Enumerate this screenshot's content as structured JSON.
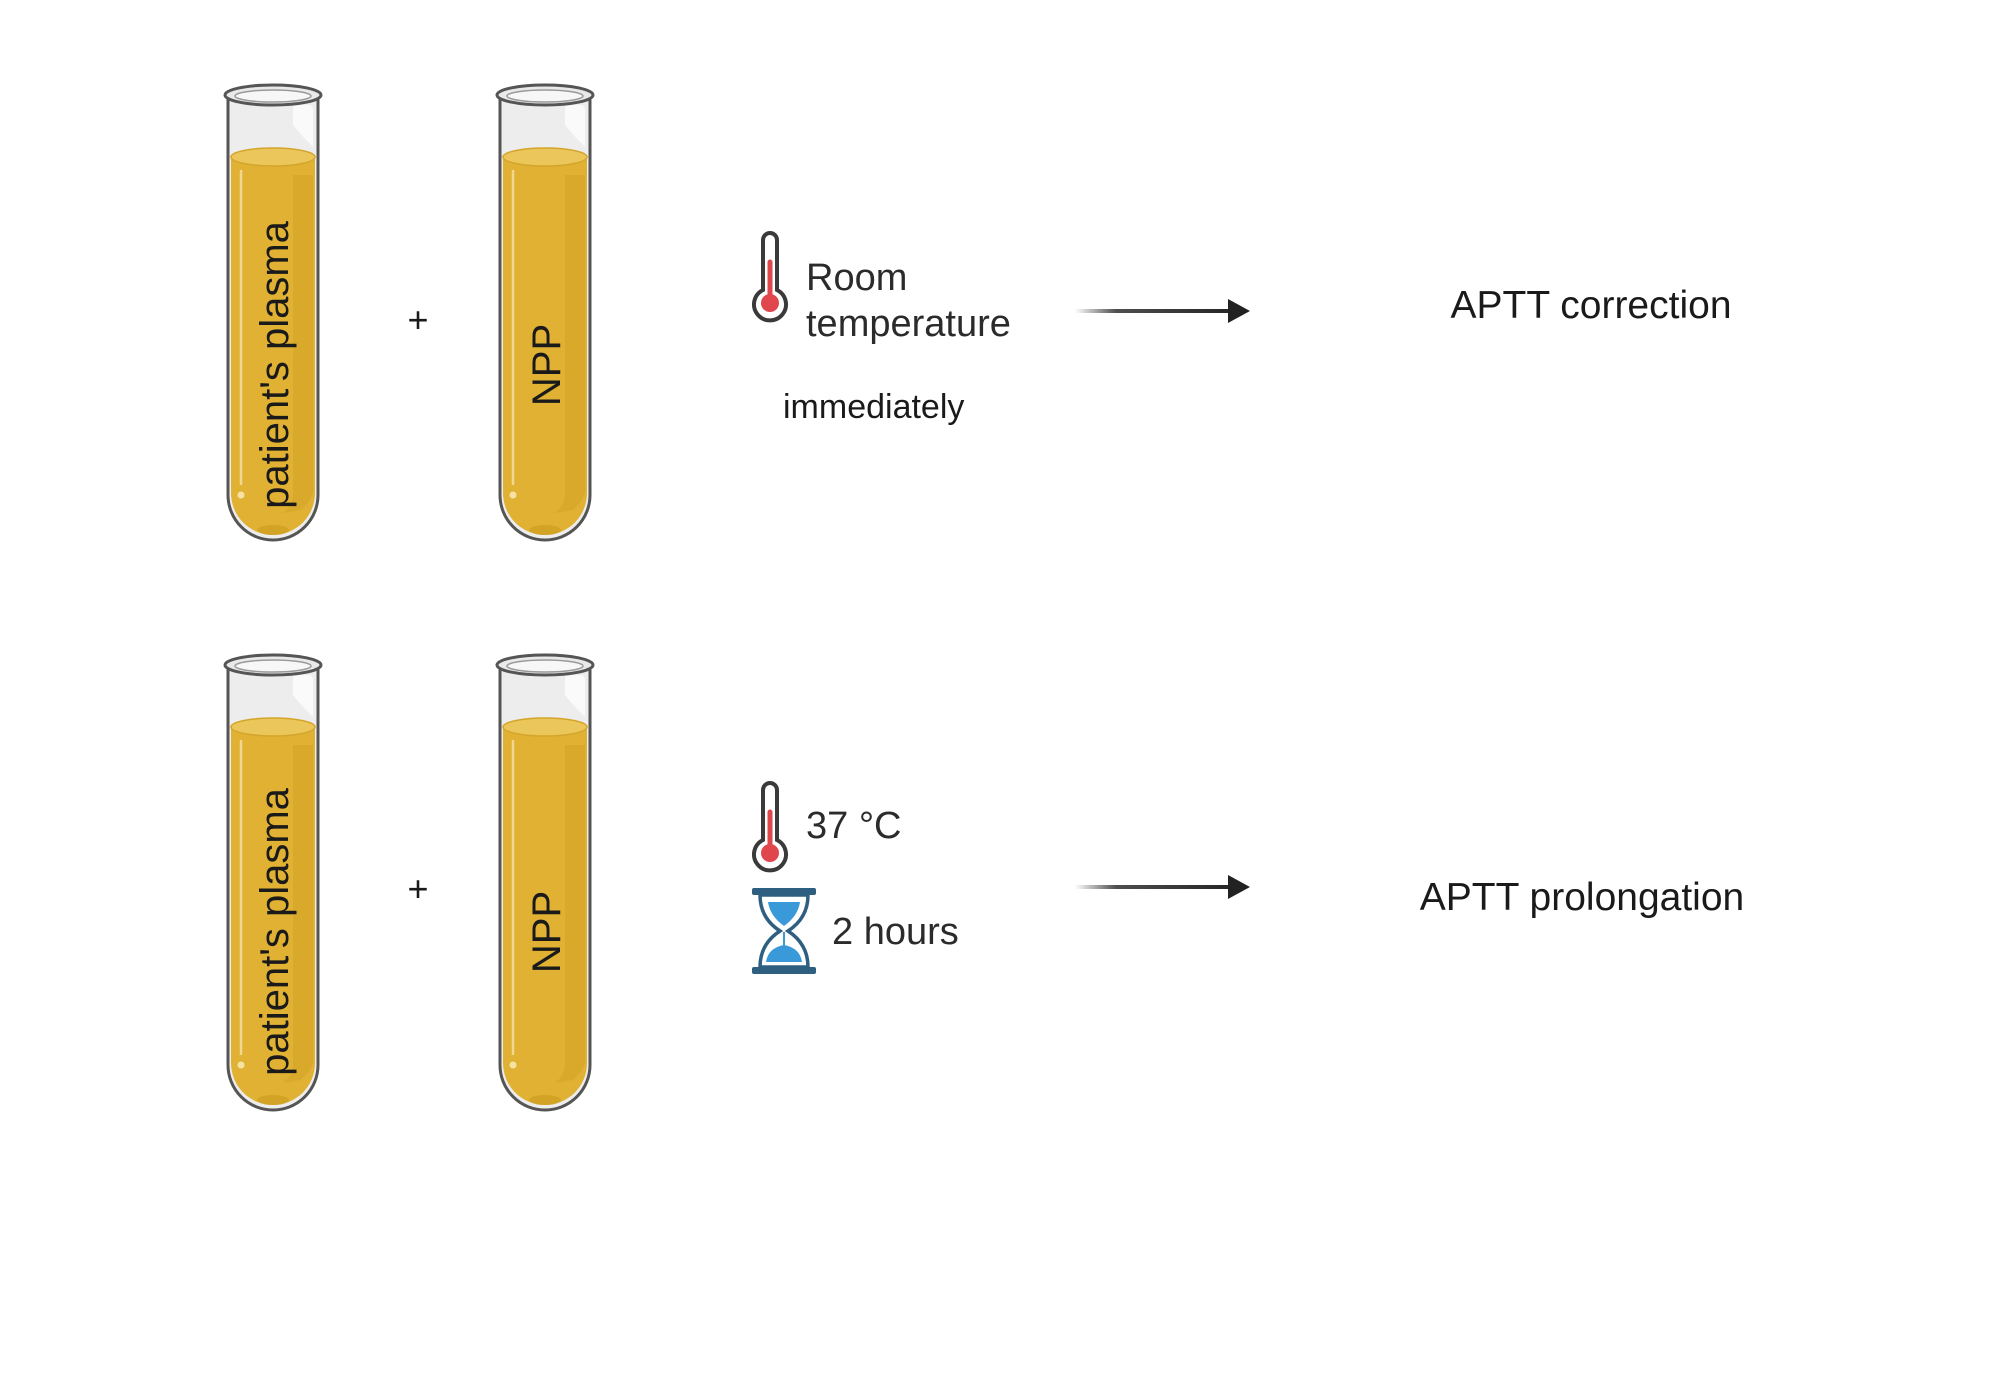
{
  "rows": [
    {
      "tube_left_label": "patient's plasma",
      "plus": "+",
      "tube_right_label": "NPP",
      "conditions": {
        "temperature_line1": "Room",
        "temperature_line2": "temperature",
        "timing": "immediately"
      },
      "result": "APTT correction"
    },
    {
      "tube_left_label": "patient's plasma",
      "plus": "+",
      "tube_right_label": "NPP",
      "conditions": {
        "temperature": "37 °C",
        "duration": "2 hours"
      },
      "result": "APTT prolongation"
    }
  ],
  "colors": {
    "plasma": "#E0B132",
    "plasma_dark": "#C99A1E",
    "plasma_top": "#EBC65A",
    "tube_outline": "#555555",
    "glass": "#E4E4E4",
    "thermometer_red": "#E0474C",
    "hourglass_frame": "#2F5F80",
    "hourglass_sand": "#3A9AD9",
    "arrow": "#222222"
  },
  "icons": {
    "thermometer": "thermometer-icon",
    "hourglass": "hourglass-icon",
    "arrow": "arrow-right-icon"
  }
}
